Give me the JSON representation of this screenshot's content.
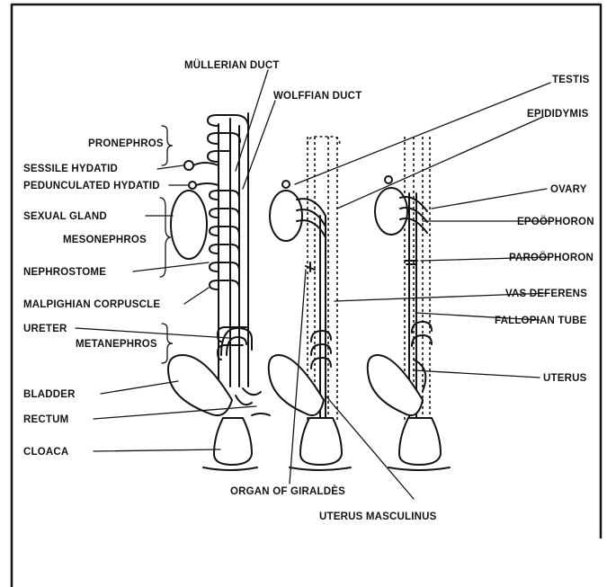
{
  "labels": {
    "mullerian_duct": "MÜLLERIAN DUCT",
    "wolffian_duct": "WOLFFIAN DUCT",
    "pronephros": "PRONEPHROS",
    "sessile_hydatid": "SESSILE HYDATID",
    "pedunculated_hydatid": "PEDUNCULATED HYDATID",
    "sexual_gland": "SEXUAL GLAND",
    "mesonephros": "MESONEPHROS",
    "nephrostome": "NEPHROSTOME",
    "malpighian_corpuscle": "MALPIGHIAN CORPUSCLE",
    "ureter": "URETER",
    "metanephros": "METANEPHROS",
    "bladder": "BLADDER",
    "rectum": "RECTUM",
    "cloaca": "CLOACA",
    "organ_of_giraldes": "ORGAN OF GIRALDÈS",
    "uterus_masculinus": "UTERUS MASCULINUS",
    "testis": "TESTIS",
    "epididymis": "EPIDIDYMIS",
    "ovary": "OVARY",
    "epoophoron": "EPOÖPHORON",
    "paroophoron": "PAROÖPHORON",
    "vas_deferens": "VAS DEFERENS",
    "fallopian_tube": "FALLOPIAN TUBE",
    "uterus": "UTERUS"
  }
}
